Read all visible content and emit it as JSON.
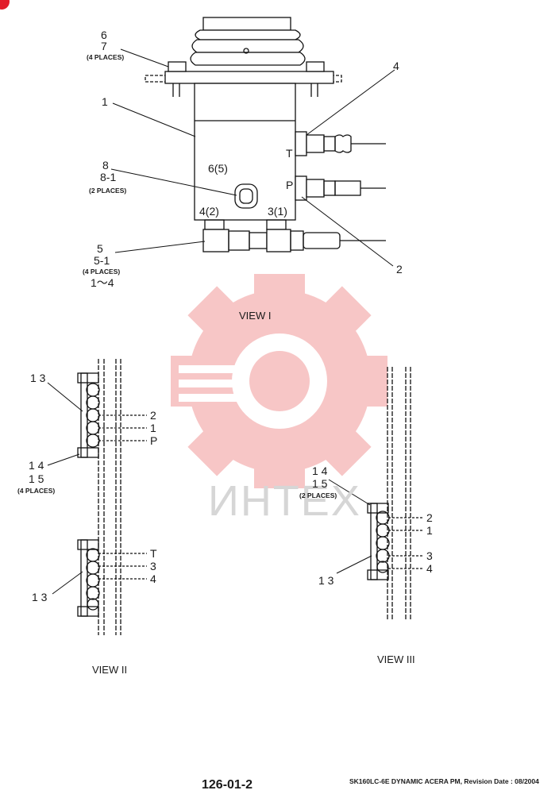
{
  "watermark": {
    "text": "ИНТЕХ",
    "gear_color": "#f7c6c6",
    "text_color": "#d6d6d6"
  },
  "accent_color": "#e21c2a",
  "view1": {
    "caption": "VIEW I",
    "callouts": {
      "c6": "6",
      "c7": "7",
      "places4a": "(4 PLACES)",
      "c1": "1",
      "c4": "4",
      "c8": "8",
      "c8_1": "8-1",
      "places2a": "(2 PLACES)",
      "body_label": "6(5)",
      "port_t": "T",
      "port_p": "P",
      "port42": "4(2)",
      "port31": "3(1)",
      "c5": "5",
      "c5_1": "5-1",
      "places4b": "(4 PLACES)",
      "range": "1～4",
      "c2": "2"
    }
  },
  "view2": {
    "caption": "VIEW II",
    "callouts": {
      "c13a": "1 3",
      "c2": "2",
      "c1": "1",
      "cp": "P",
      "c14": "1 4",
      "c15": "1 5",
      "places4": "(4 PLACES)",
      "ct": "T",
      "c3": "3",
      "c4": "4",
      "c13b": "1 3"
    }
  },
  "view3": {
    "caption": "VIEW III",
    "callouts": {
      "c14": "1 4",
      "c15": "1 5",
      "places2": "(2 PLACES)",
      "c2": "2",
      "c1": "1",
      "c3": "3",
      "c4": "4",
      "c13": "1 3"
    }
  },
  "footer": {
    "page_number": "126-01-2",
    "model_info": "SK160LC-6E DYNAMIC ACERA PM, Revision Date : 08/2004"
  }
}
